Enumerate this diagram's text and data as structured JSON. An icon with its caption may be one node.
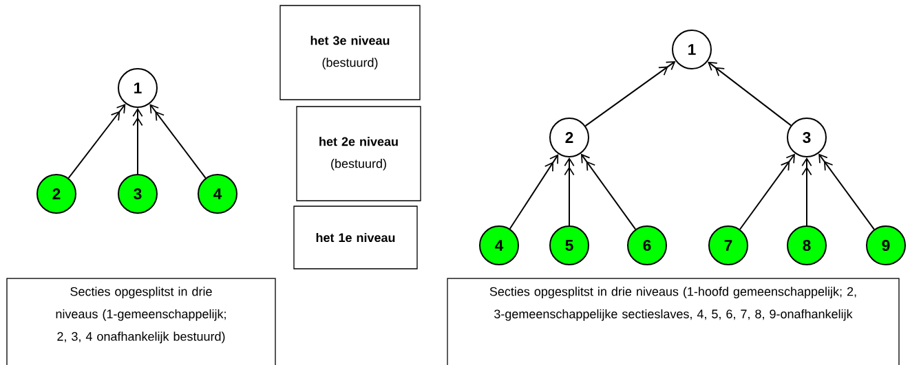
{
  "diagram": {
    "nodes": [
      {
        "text": [
          "1"
        ]
      },
      {
        "text": [
          "2"
        ]
      },
      {
        "text": [
          "3"
        ]
      },
      {
        "text": [
          "4"
        ]
      },
      {
        "text": [
          "het 3e niveau",
          "(bestuurd)"
        ]
      },
      {
        "text": [
          "het 2e niveau",
          "(bestuurd)"
        ]
      },
      {
        "text": [
          "het 1e niveau"
        ]
      },
      {
        "text": [
          "1"
        ]
      },
      {
        "text": [
          "2"
        ]
      },
      {
        "text": [
          "3"
        ]
      },
      {
        "text": [
          "4"
        ]
      },
      {
        "text": [
          "5"
        ]
      },
      {
        "text": [
          "6"
        ]
      },
      {
        "text": [
          "7"
        ]
      },
      {
        "text": [
          "8"
        ]
      },
      {
        "text": [
          "9"
        ]
      },
      {
        "text": [
          "Secties opgesplitst in drie niveaus (1-gemeenschappelijk; 2, 3, 4 onafhankelijk bestuurd)"
        ]
      },
      {
        "text": [
          "Secties opgesplitst in drie niveaus (1-hoofd gemeenschappelijk; 2, 3-gemeenschappelijke sectieslaves, 4, 5, 6, 7, 8, 9-onafhankelijk"
        ]
      }
    ],
    "edges": [
      {
        "from": 1,
        "to": 0,
        "arrow": "to"
      },
      {
        "from": 2,
        "to": 0,
        "arrow": "to"
      },
      {
        "from": 3,
        "to": 0,
        "arrow": "to"
      },
      {
        "from": 8,
        "to": 7,
        "arrow": "to"
      },
      {
        "from": 9,
        "to": 7,
        "arrow": "to"
      },
      {
        "from": 10,
        "to": 8,
        "arrow": "to"
      },
      {
        "from": 11,
        "to": 8,
        "arrow": "to"
      },
      {
        "from": 12,
        "to": 8,
        "arrow": "to"
      },
      {
        "from": 13,
        "to": 9,
        "arrow": "to"
      },
      {
        "from": 14,
        "to": 9,
        "arrow": "to"
      },
      {
        "from": 15,
        "to": 9,
        "arrow": "to"
      }
    ]
  }
}
